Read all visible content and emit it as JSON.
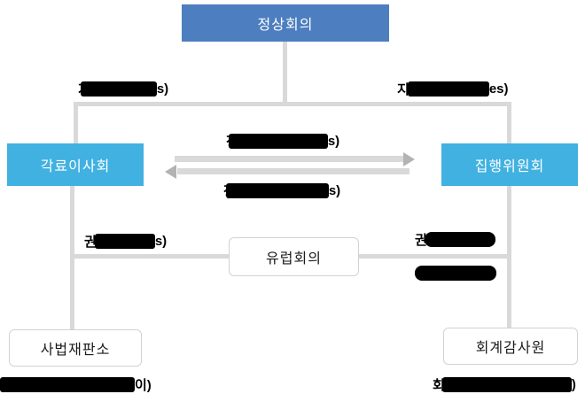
{
  "colors": {
    "primary_box": "#4d7ebf",
    "secondary_box": "#41b1e1",
    "connector_line": "#d9d9d9",
    "arrow_head": "#b3b3b3",
    "outline_box_border": "#d2d2d2",
    "redaction_bar": "#000000"
  },
  "nodes": {
    "summit": {
      "label": "정상회의"
    },
    "council_of_ministers": {
      "label": "각료이사회"
    },
    "executive_committee": {
      "label": "집행위원회"
    },
    "european_meeting": {
      "label": "유럽회의"
    },
    "court_of_justice": {
      "label": "사법재판소"
    },
    "court_of_auditors": {
      "label": "회계감사원"
    }
  },
  "redacted_labels": {
    "top_left": {
      "prefix": "지",
      "suffix": "s)",
      "redacted": true
    },
    "top_right": {
      "prefix": "지",
      "suffix": "es)",
      "redacted": true
    },
    "mid_top": {
      "prefix": "정",
      "suffix": "s)",
      "redacted": true
    },
    "mid_bottom": {
      "prefix": "정",
      "suffix": "s)",
      "redacted": true
    },
    "left_mid": {
      "prefix": "권",
      "suffix": "s)",
      "redacted": true
    },
    "right_mid_top": {
      "prefix": "권",
      "suffix": "",
      "redacted": true
    },
    "right_mid_bottom": {
      "prefix": "",
      "suffix": "",
      "redacted": true
    },
    "bottom_left": {
      "prefix": "",
      "suffix": "이)",
      "redacted": true
    },
    "bottom_right": {
      "prefix": "회",
      "suffix": ")",
      "redacted": true
    }
  }
}
